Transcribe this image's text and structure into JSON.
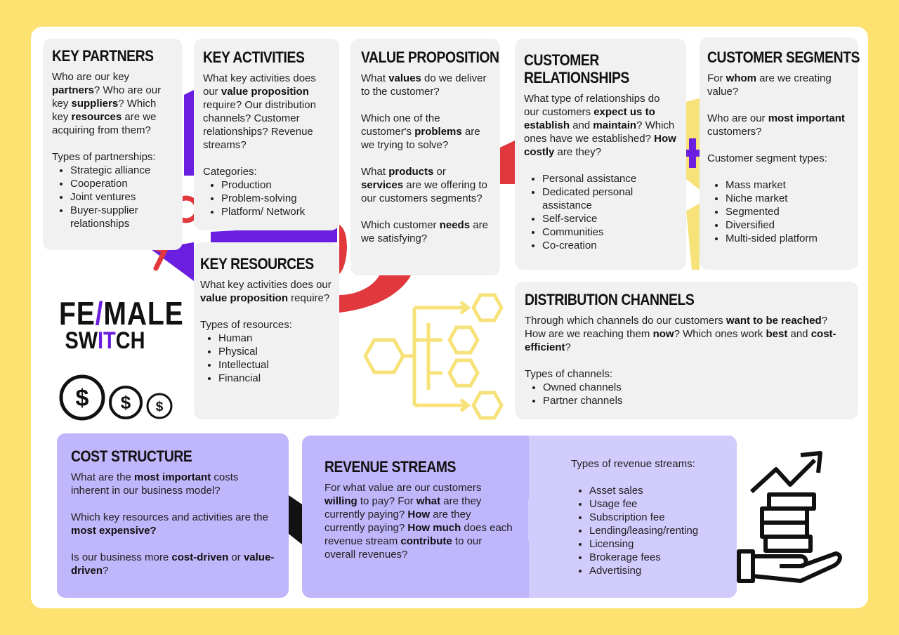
{
  "brand": {
    "line1_a": "FE",
    "line1_slash": "/",
    "line1_b": "MALE",
    "line2_a": "SW",
    "line2_b": "IT",
    "line2_c": "CH"
  },
  "colors": {
    "background": "#fde272",
    "card": "#f1f1f1",
    "purple_card": "#bfb6fb",
    "lilac_card": "#d2ccfd",
    "ribbon_purple": "#6a1fe0",
    "ribbon_red": "#e0383c",
    "hexagon": "#f7e27a"
  },
  "icons": [
    "key-icon",
    "dollar-coins-icon",
    "hexagon-flow-icon",
    "plus-icon",
    "money-hand-growth-icon"
  ],
  "cards": {
    "key_partners": {
      "title": "KEY PARTNERS",
      "blocks": [
        {
          "type": "p",
          "segs": [
            [
              "Who are our key ",
              0
            ],
            [
              "partners",
              1
            ],
            [
              "? Who are our key ",
              0
            ],
            [
              "suppliers",
              1
            ],
            [
              "? Which key ",
              0
            ],
            [
              "resources",
              1
            ],
            [
              " are we acquiring from them?",
              0
            ]
          ]
        },
        {
          "type": "p",
          "tight": true,
          "segs": [
            [
              "Types of partnerships:",
              0
            ]
          ]
        },
        {
          "type": "list",
          "items": [
            "Strategic alliance",
            "Cooperation",
            "Joint ventures",
            "Buyer-supplier relationships"
          ]
        }
      ]
    },
    "key_activities": {
      "title": "KEY ACTIVITIES",
      "blocks": [
        {
          "type": "p",
          "segs": [
            [
              "What key activities does our ",
              0
            ],
            [
              "value proposition",
              1
            ],
            [
              " require? Our distribution channels? Customer relationships? Revenue streams?",
              0
            ]
          ]
        },
        {
          "type": "p",
          "tight": true,
          "segs": [
            [
              "Categories:",
              0
            ]
          ]
        },
        {
          "type": "list",
          "items": [
            "Production",
            "Problem-solving",
            "Platform/ Network"
          ]
        }
      ]
    },
    "value_proposition": {
      "title": "VALUE PROPOSITION",
      "blocks": [
        {
          "type": "p",
          "segs": [
            [
              "What ",
              0
            ],
            [
              "values",
              1
            ],
            [
              " do we deliver to the customer?",
              0
            ]
          ]
        },
        {
          "type": "p",
          "segs": [
            [
              "Which one of the customer's ",
              0
            ],
            [
              "problems",
              1
            ],
            [
              " are we trying to solve?",
              0
            ]
          ]
        },
        {
          "type": "p",
          "segs": [
            [
              "What ",
              0
            ],
            [
              "products",
              1
            ],
            [
              " or ",
              0
            ],
            [
              "services",
              1
            ],
            [
              " are we offering to our customers segments?",
              0
            ]
          ]
        },
        {
          "type": "p",
          "segs": [
            [
              "Which customer ",
              0
            ],
            [
              "needs",
              1
            ],
            [
              " are we satisfying?",
              0
            ]
          ]
        }
      ]
    },
    "customer_relationships": {
      "title": "CUSTOMER RELATIONSHIPS",
      "blocks": [
        {
          "type": "p",
          "segs": [
            [
              "What type of relationships do our customers ",
              0
            ],
            [
              "expect us to establish",
              1
            ],
            [
              " and ",
              0
            ],
            [
              "maintain",
              1
            ],
            [
              "? Which ones have we established? ",
              0
            ],
            [
              "How costly",
              1
            ],
            [
              " are they?",
              0
            ]
          ]
        },
        {
          "type": "list",
          "items": [
            "Personal assistance",
            "Dedicated personal assistance",
            "Self-service",
            "Communities",
            "Co-creation"
          ]
        }
      ]
    },
    "customer_segments": {
      "title": "CUSTOMER SEGMENTS",
      "blocks": [
        {
          "type": "p",
          "segs": [
            [
              "For ",
              0
            ],
            [
              "whom",
              1
            ],
            [
              " are we creating value?",
              0
            ]
          ]
        },
        {
          "type": "p",
          "segs": [
            [
              "Who are our ",
              0
            ],
            [
              "most important",
              1
            ],
            [
              " customers?",
              0
            ]
          ]
        },
        {
          "type": "p",
          "segs": [
            [
              "Customer segment types:",
              0
            ]
          ]
        },
        {
          "type": "list",
          "items": [
            "Mass market",
            "Niche market",
            "Segmented",
            "Diversified",
            "Multi-sided platform"
          ]
        }
      ]
    },
    "key_resources": {
      "title": "KEY RESOURCES",
      "blocks": [
        {
          "type": "p",
          "segs": [
            [
              "What key activities does our ",
              0
            ],
            [
              "value proposition",
              1
            ],
            [
              " require?",
              0
            ]
          ]
        },
        {
          "type": "p",
          "tight": true,
          "segs": [
            [
              "Types of resources:",
              0
            ]
          ]
        },
        {
          "type": "list",
          "items": [
            "Human",
            "Physical",
            "Intellectual",
            "Financial"
          ]
        }
      ]
    },
    "distribution_channels": {
      "title": "DISTRIBUTION CHANNELS",
      "blocks": [
        {
          "type": "p",
          "segs": [
            [
              "Through which channels do our customers ",
              0
            ],
            [
              "want to be reached",
              1
            ],
            [
              "? How are we reaching them ",
              0
            ],
            [
              "now",
              1
            ],
            [
              "? Which ones work ",
              0
            ],
            [
              "best",
              1
            ],
            [
              " and ",
              0
            ],
            [
              "cost-efficient",
              1
            ],
            [
              "?",
              0
            ]
          ]
        },
        {
          "type": "p",
          "tight": true,
          "segs": [
            [
              "Types of channels:",
              0
            ]
          ]
        },
        {
          "type": "list",
          "items": [
            "Owned channels",
            "Partner channels"
          ]
        }
      ]
    },
    "cost_structure": {
      "title": "COST STRUCTURE",
      "blocks": [
        {
          "type": "p",
          "segs": [
            [
              "What are the ",
              0
            ],
            [
              "most important",
              1
            ],
            [
              " costs inherent in our business model?",
              0
            ]
          ]
        },
        {
          "type": "p",
          "segs": [
            [
              "Which key resources and activities are the ",
              0
            ],
            [
              "most expensive?",
              1
            ]
          ]
        },
        {
          "type": "p",
          "segs": [
            [
              "Is our business more ",
              0
            ],
            [
              "cost-driven",
              1
            ],
            [
              " or ",
              0
            ],
            [
              "value-driven",
              1
            ],
            [
              "?",
              0
            ]
          ]
        }
      ]
    },
    "revenue_streams": {
      "title": "REVENUE STREAMS",
      "blocks": [
        {
          "type": "p",
          "segs": [
            [
              "For what value are our customers ",
              0
            ],
            [
              "willing",
              1
            ],
            [
              " to pay? For ",
              0
            ],
            [
              "what",
              1
            ],
            [
              " are they currently paying? ",
              0
            ],
            [
              "How",
              1
            ],
            [
              " are they currently paying? ",
              0
            ],
            [
              "How much",
              1
            ],
            [
              " does each revenue stream ",
              0
            ],
            [
              "contribute",
              1
            ],
            [
              " to our overall revenues?",
              0
            ]
          ]
        }
      ]
    },
    "revenue_types": {
      "title": "",
      "blocks": [
        {
          "type": "p",
          "segs": [
            [
              "Types of revenue streams:",
              0
            ]
          ]
        },
        {
          "type": "list",
          "items": [
            "Asset sales",
            "Usage fee",
            "Subscription fee",
            "Lending/leasing/renting",
            "Licensing",
            "Brokerage fees",
            "Advertising"
          ]
        }
      ]
    }
  }
}
